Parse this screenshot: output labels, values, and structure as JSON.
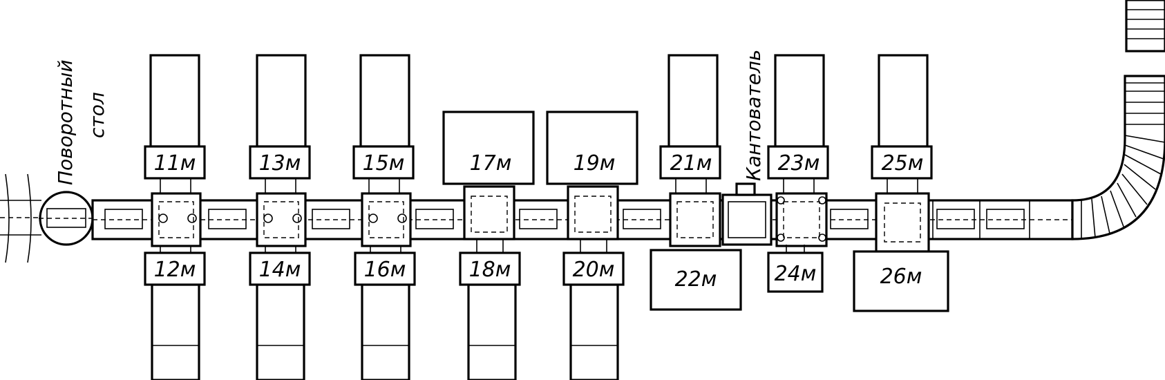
{
  "diagram": {
    "rotary_table": {
      "line1": "Поворотный",
      "line2": "стол"
    },
    "tilter": {
      "label": "Кантователь"
    },
    "machines": {
      "m11": "11м",
      "m12": "12м",
      "m13": "13м",
      "m14": "14м",
      "m15": "15м",
      "m16": "16м",
      "m17": "17м",
      "m18": "18м",
      "m19": "19м",
      "m20": "20м",
      "m21": "21м",
      "m22": "22м",
      "m23": "23м",
      "m24": "24м",
      "m25": "25м",
      "m26": "26м"
    }
  }
}
